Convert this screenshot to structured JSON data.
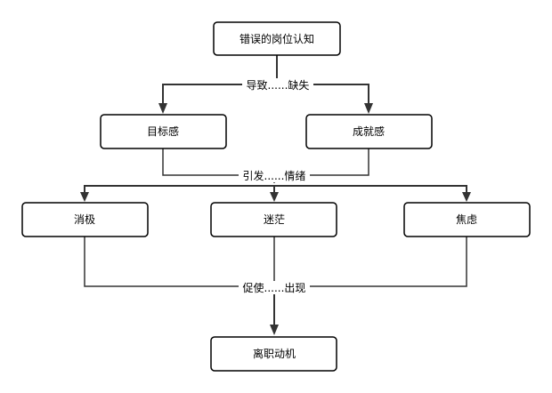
{
  "nodes": {
    "root": "错误的岗位认知",
    "goal": "目标感",
    "achievement": "成就感",
    "negative": "消极",
    "confused": "迷茫",
    "anxiety": "焦虑",
    "result": "离职动机"
  },
  "edge_labels": {
    "lead_to": "导致......缺失",
    "trigger": "引发......情绪",
    "prompt": "促使......出现"
  }
}
